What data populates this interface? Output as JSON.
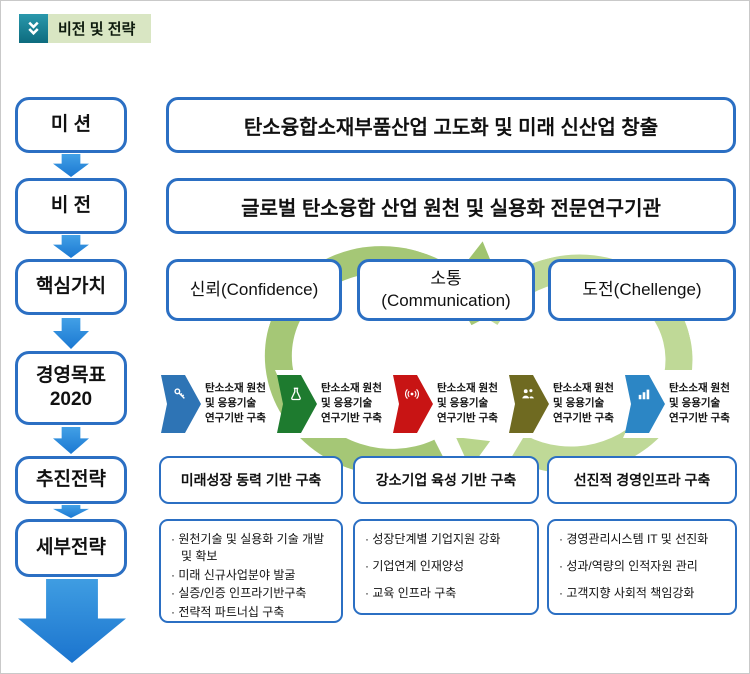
{
  "header": {
    "title": "비전 및 전략",
    "icon": "double-chevron-icon",
    "icon_bg": "#0d6b7e",
    "label_bg": "#d9e6c3"
  },
  "left_column": {
    "mission_label": "미 션",
    "vision_label": "비 전",
    "core_label": "핵심가치",
    "goal_label_line1": "경영목표",
    "goal_label_line2": "2020",
    "strategy_label": "추진전략",
    "detail_label": "세부전략"
  },
  "mission": {
    "text": "탄소융합소재부품산업 고도화 및 미래 신산업 창출"
  },
  "vision": {
    "text": "글로벌 탄소융합 산업 원천 및 실용화 전문연구기관"
  },
  "core_values": [
    {
      "label": "신뢰(Confidence)"
    },
    {
      "label_line1": "소통",
      "label_line2": "(Communication)"
    },
    {
      "label": "도전(Chellenge)"
    }
  ],
  "goals": {
    "items": [
      {
        "icon": "key-icon",
        "color": "#2e74b5",
        "lines": [
          "탄소소재 원천",
          "및 응용기술",
          "연구기반 구축"
        ]
      },
      {
        "icon": "flask-icon",
        "color": "#1e7b2f",
        "lines": [
          "탄소소재 원천",
          "및 응용기술",
          "연구기반 구축"
        ]
      },
      {
        "icon": "antenna-icon",
        "color": "#c81414",
        "lines": [
          "탄소소재 원천",
          "및 응용기술",
          "연구기반 구축"
        ]
      },
      {
        "icon": "people-icon",
        "color": "#6f6a21",
        "lines": [
          "탄소소재 원천",
          "및 응용기술",
          "연구기반 구축"
        ]
      },
      {
        "icon": "chart-icon",
        "color": "#2c86c5",
        "lines": [
          "탄소소재 원천",
          "및 응용기술",
          "연구기반 구축"
        ]
      }
    ]
  },
  "strategies": [
    {
      "title": "미래성장 동력 기반 구축",
      "bullets": [
        "· 원천기술 및 실용화 기술 개발 및 확보",
        "· 미래 신규사업분야 발굴",
        "· 실증/인증 인프라기반구축",
        "· 전략적 파트너십 구축"
      ]
    },
    {
      "title": "강소기업 육성 기반 구축",
      "bullets": [
        "· 성장단계별 기업지원 강화",
        "· 기업연계 인재양성",
        "· 교육 인프라 구축"
      ]
    },
    {
      "title": "선진적 경영인프라 구축",
      "bullets": [
        "· 경영관리시스템 IT 및 선진화",
        "· 성과/역량의 인적자원 관리",
        "· 고객지향 사회적 책임강화"
      ]
    }
  ],
  "colors": {
    "box_border": "#2b6fc3",
    "arrow_blue": "#1b78d2",
    "cycle_green": "#96be5f"
  }
}
